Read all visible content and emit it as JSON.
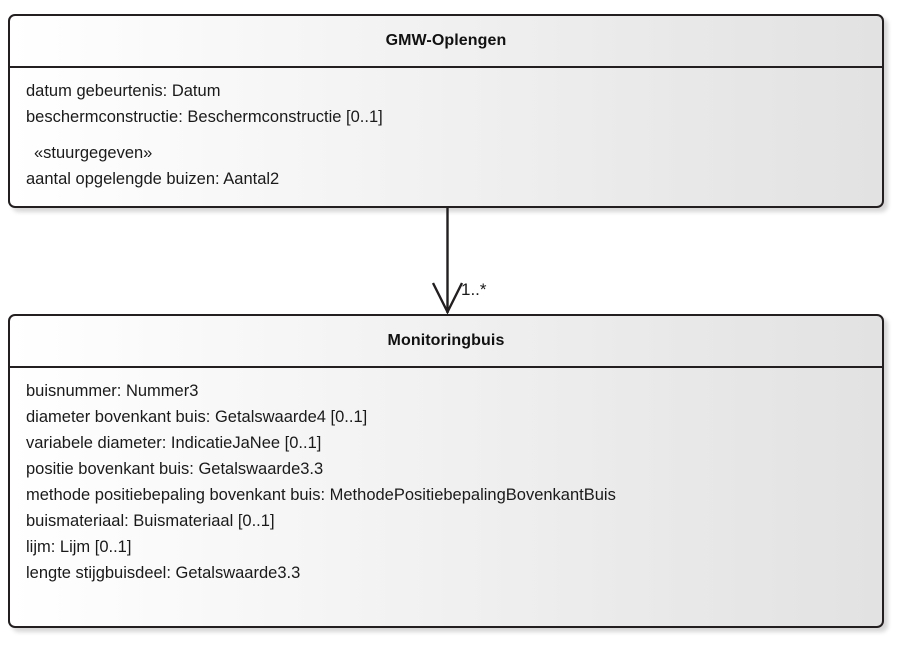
{
  "diagram": {
    "type": "uml-class-diagram",
    "classes": [
      {
        "id": "gmw-oplengen",
        "name": "GMW-Oplengen",
        "attributes": [
          {
            "text": "datum gebeurtenis: Datum",
            "stereotype": false
          },
          {
            "text": "beschermconstructie: Beschermconstructie [0..1]",
            "stereotype": false
          },
          {
            "text": "«stuurgegeven»",
            "stereotype": true
          },
          {
            "text": "aantal opgelengde buizen: Aantal2",
            "stereotype": false
          }
        ]
      },
      {
        "id": "monitoringbuis",
        "name": "Monitoringbuis",
        "attributes": [
          {
            "text": "buisnummer: Nummer3",
            "stereotype": false
          },
          {
            "text": "diameter bovenkant buis: Getalswaarde4 [0..1]",
            "stereotype": false
          },
          {
            "text": "variabele diameter: IndicatieJaNee [0..1]",
            "stereotype": false
          },
          {
            "text": "positie bovenkant buis: Getalswaarde3.3",
            "stereotype": false
          },
          {
            "text": "methode positiebepaling bovenkant buis: MethodePositiebepalingBovenkantBuis",
            "stereotype": false
          },
          {
            "text": "buismateriaal: Buismateriaal [0..1]",
            "stereotype": false
          },
          {
            "text": "lijm: Lijm [0..1]",
            "stereotype": false
          },
          {
            "text": "lengte stijgbuisdeel: Getalswaarde3.3",
            "stereotype": false
          }
        ]
      }
    ],
    "connector": {
      "kind": "association-directed",
      "arrowhead": "open",
      "source": "gmw-oplengen",
      "target": "monitoringbuis",
      "target_multiplicity": "1..*"
    },
    "colors": {
      "border": "#231f20",
      "text": "#1a1a1a",
      "fill_light": "#ffffff",
      "fill_dark": "#e2e2e2",
      "canvas": "#ffffff"
    }
  }
}
